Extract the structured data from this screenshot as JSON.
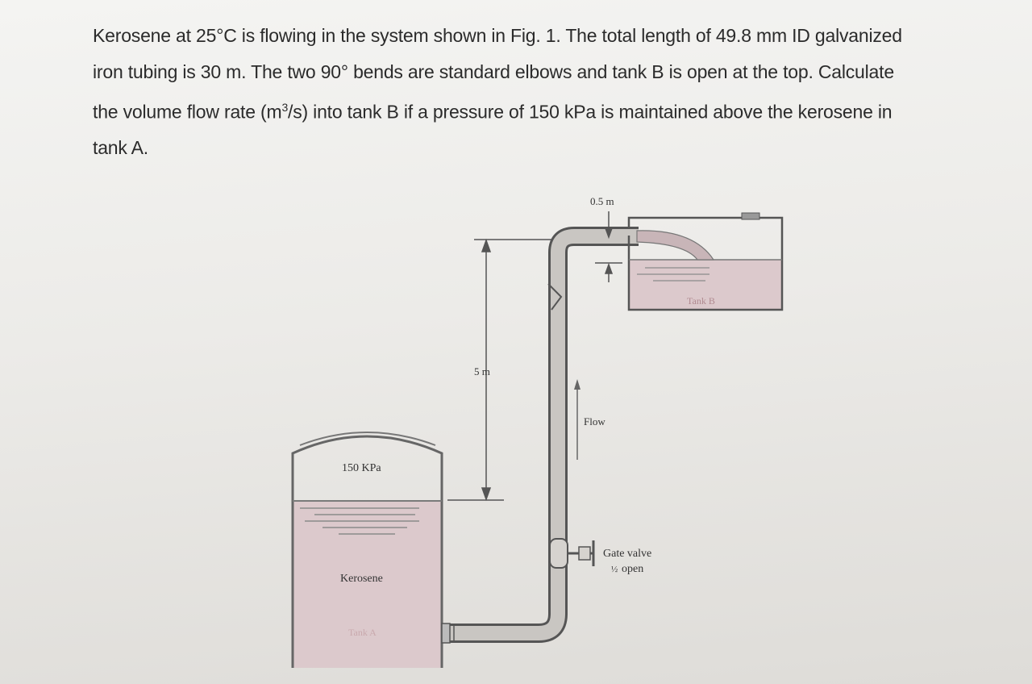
{
  "problem": {
    "line1": "Kerosene at 25°C is flowing in the system shown in Fig. 1. The total length of 49.8 mm ID galvanized",
    "line2": "iron tubing is 30 m. The two 90° bends are standard elbows and tank B is open at the top. Calculate",
    "line3_pre": "the volume flow rate (m",
    "line3_sup": "3",
    "line3_post": "/s) into tank B if a pressure of 150 kPa is maintained above the kerosene in",
    "line4": "tank A."
  },
  "figure": {
    "label_top_dim": "0.5 m",
    "label_height": "5 m",
    "label_flow": "Flow",
    "label_pressure": "150 KPa",
    "label_kerosene": "Kerosene",
    "label_tank_a": "Tank A",
    "label_tank_b": "Tank B",
    "label_valve_1": "Gate valve",
    "label_valve_2_frac": "½",
    "label_valve_2": "open"
  },
  "colors": {
    "text": "#2b2b2b",
    "liquid": "#dcc9cc",
    "line": "#555555"
  }
}
